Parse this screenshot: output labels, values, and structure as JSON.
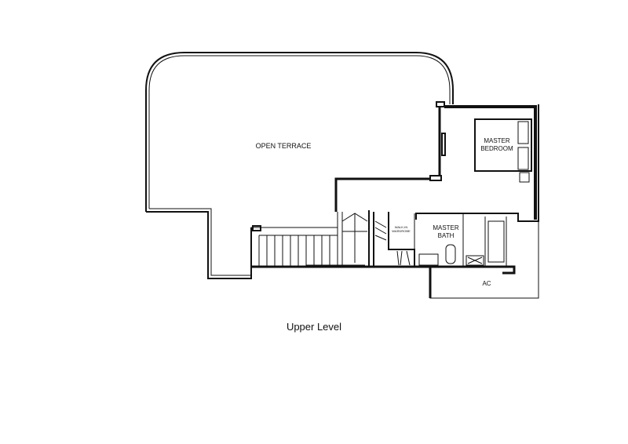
{
  "rooms": {
    "open_terrace": "OPEN TERRACE",
    "master_bedroom_1": "MASTER",
    "master_bedroom_2": "BEDROOM",
    "master_bath_1": "MASTER",
    "master_bath_2": "BATH",
    "walk_in_wardrobe_1": "WALK-IN",
    "walk_in_wardrobe_2": "WARDROBE",
    "ac": "AC"
  },
  "caption": "Upper Level"
}
